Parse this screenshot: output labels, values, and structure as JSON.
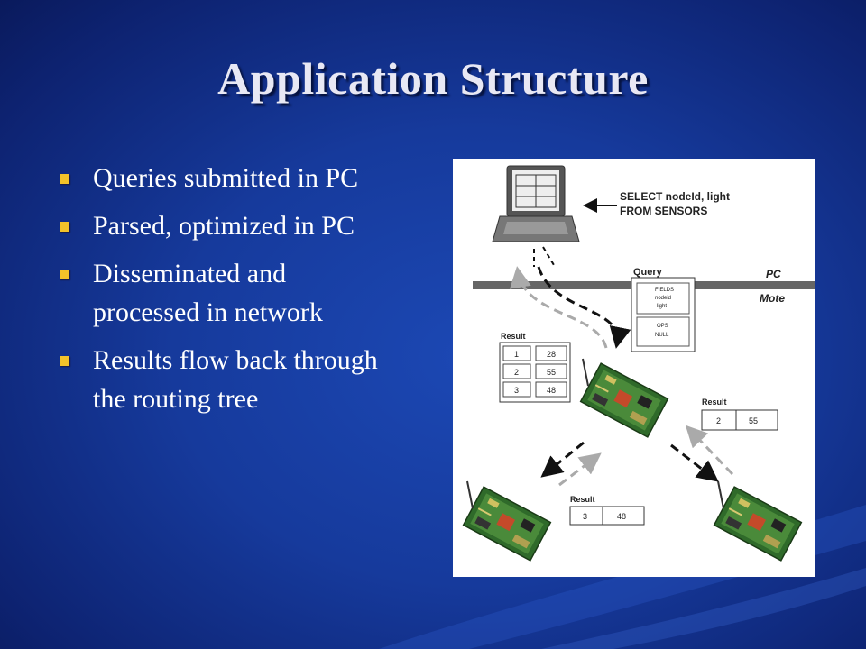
{
  "slide": {
    "title": "Application Structure",
    "bullets": [
      "Queries submitted in PC",
      "Parsed, optimized in PC",
      "Disseminated and processed in network",
      "Results flow back through the routing tree"
    ]
  },
  "figure": {
    "query_line1": "SELECT nodeId, light",
    "query_line2": "FROM SENSORS",
    "pc_label": "PC",
    "mote_label": "Mote",
    "query_label": "Query",
    "query_fields": [
      "FIELDS",
      "nodeid",
      "light"
    ],
    "query_ops": [
      "OPS",
      "NULL"
    ],
    "result_label": "Result",
    "result_main": [
      [
        "1",
        "28"
      ],
      [
        "2",
        "55"
      ],
      [
        "3",
        "48"
      ]
    ],
    "result_right": [
      "2",
      "55"
    ],
    "result_bottom": [
      "3",
      "48"
    ]
  }
}
